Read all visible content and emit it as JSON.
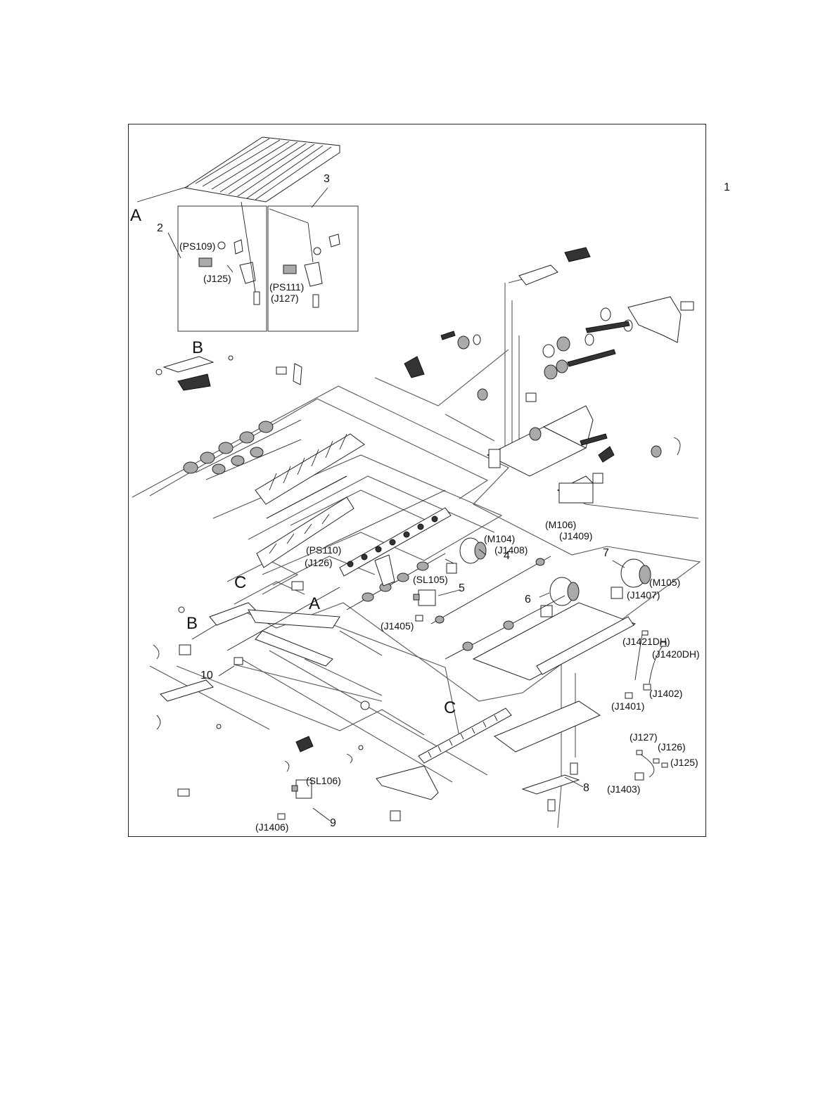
{
  "labels": {
    "callout_1": "1",
    "callout_2": "2",
    "callout_3": "3",
    "callout_4": "4",
    "callout_5": "5",
    "callout_6": "6",
    "callout_7": "7",
    "callout_8": "8",
    "callout_9": "9",
    "callout_10": "10",
    "detail_a_top": "A",
    "detail_a_mid": "A",
    "detail_b_top": "B",
    "detail_b_low": "B",
    "detail_c_left": "C",
    "detail_c_right": "C",
    "ps109": "(PS109)",
    "j125_a": "(J125)",
    "ps111": "(PS111)",
    "j127_a": "(J127)",
    "ps110": "(PS110)",
    "j126_a": "(J126)",
    "m104": "(M104)",
    "j1408": "(J1408)",
    "m106": "(M106)",
    "j1409": "(J1409)",
    "m105": "(M105)",
    "j1407": "(J1407)",
    "sl105": "(SL105)",
    "j1405": "(J1405)",
    "j1421dh": "(J1421DH)",
    "j1420dh": "(J1420DH)",
    "j1402": "(J1402)",
    "j1401": "(J1401)",
    "j127_b": "(J127)",
    "j126_b": "(J126)",
    "j125_b": "(J125)",
    "j1403": "(J1403)",
    "sl106": "(SL106)",
    "j1406": "(J1406)"
  }
}
